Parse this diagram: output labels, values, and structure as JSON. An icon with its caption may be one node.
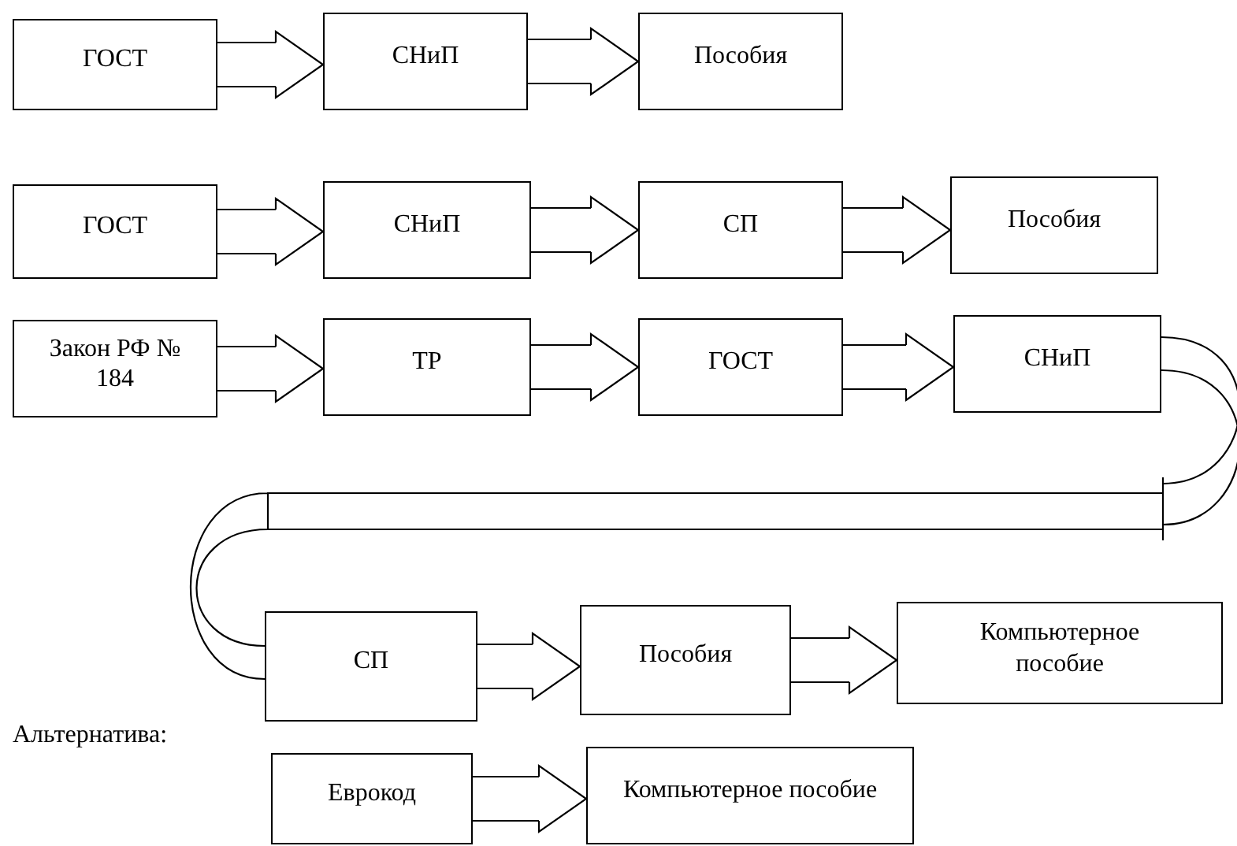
{
  "diagram": {
    "nodes": [
      {
        "text": [
          "ГОСТ"
        ]
      },
      {
        "text": [
          "СНиП"
        ]
      },
      {
        "text": [
          "Пособия"
        ]
      },
      {
        "text": [
          "ГОСТ"
        ]
      },
      {
        "text": [
          "СНиП"
        ]
      },
      {
        "text": [
          "СП"
        ]
      },
      {
        "text": [
          "Пособия"
        ]
      },
      {
        "text": [
          "Закон РФ № 184"
        ]
      },
      {
        "text": [
          "ТР"
        ]
      },
      {
        "text": [
          "ГОСТ"
        ]
      },
      {
        "text": [
          "СНиП"
        ]
      },
      {
        "text": [
          "СП"
        ]
      },
      {
        "text": [
          "Пособия"
        ]
      },
      {
        "text": [
          "Компьютерное пособие"
        ]
      },
      {
        "text": [
          "Еврокод"
        ]
      },
      {
        "text": [
          "Компьютерное пособие"
        ]
      }
    ],
    "edges": [
      {
        "from": 0,
        "to": 1,
        "arrow": "to"
      },
      {
        "from": 1,
        "to": 2,
        "arrow": "to"
      },
      {
        "from": 3,
        "to": 4,
        "arrow": "to"
      },
      {
        "from": 4,
        "to": 5,
        "arrow": "to"
      },
      {
        "from": 5,
        "to": 6,
        "arrow": "to"
      },
      {
        "from": 7,
        "to": 8,
        "arrow": "to"
      },
      {
        "from": 8,
        "to": 9,
        "arrow": "to"
      },
      {
        "from": 9,
        "to": 10,
        "arrow": "to"
      },
      {
        "from": 10,
        "to": 11,
        "arrow": "none"
      },
      {
        "from": 11,
        "to": 12,
        "arrow": "to"
      },
      {
        "from": 12,
        "to": 13,
        "arrow": "to"
      },
      {
        "from": 14,
        "to": 15,
        "arrow": "to"
      }
    ],
    "labels": [
      "Альтернатива:"
    ]
  }
}
